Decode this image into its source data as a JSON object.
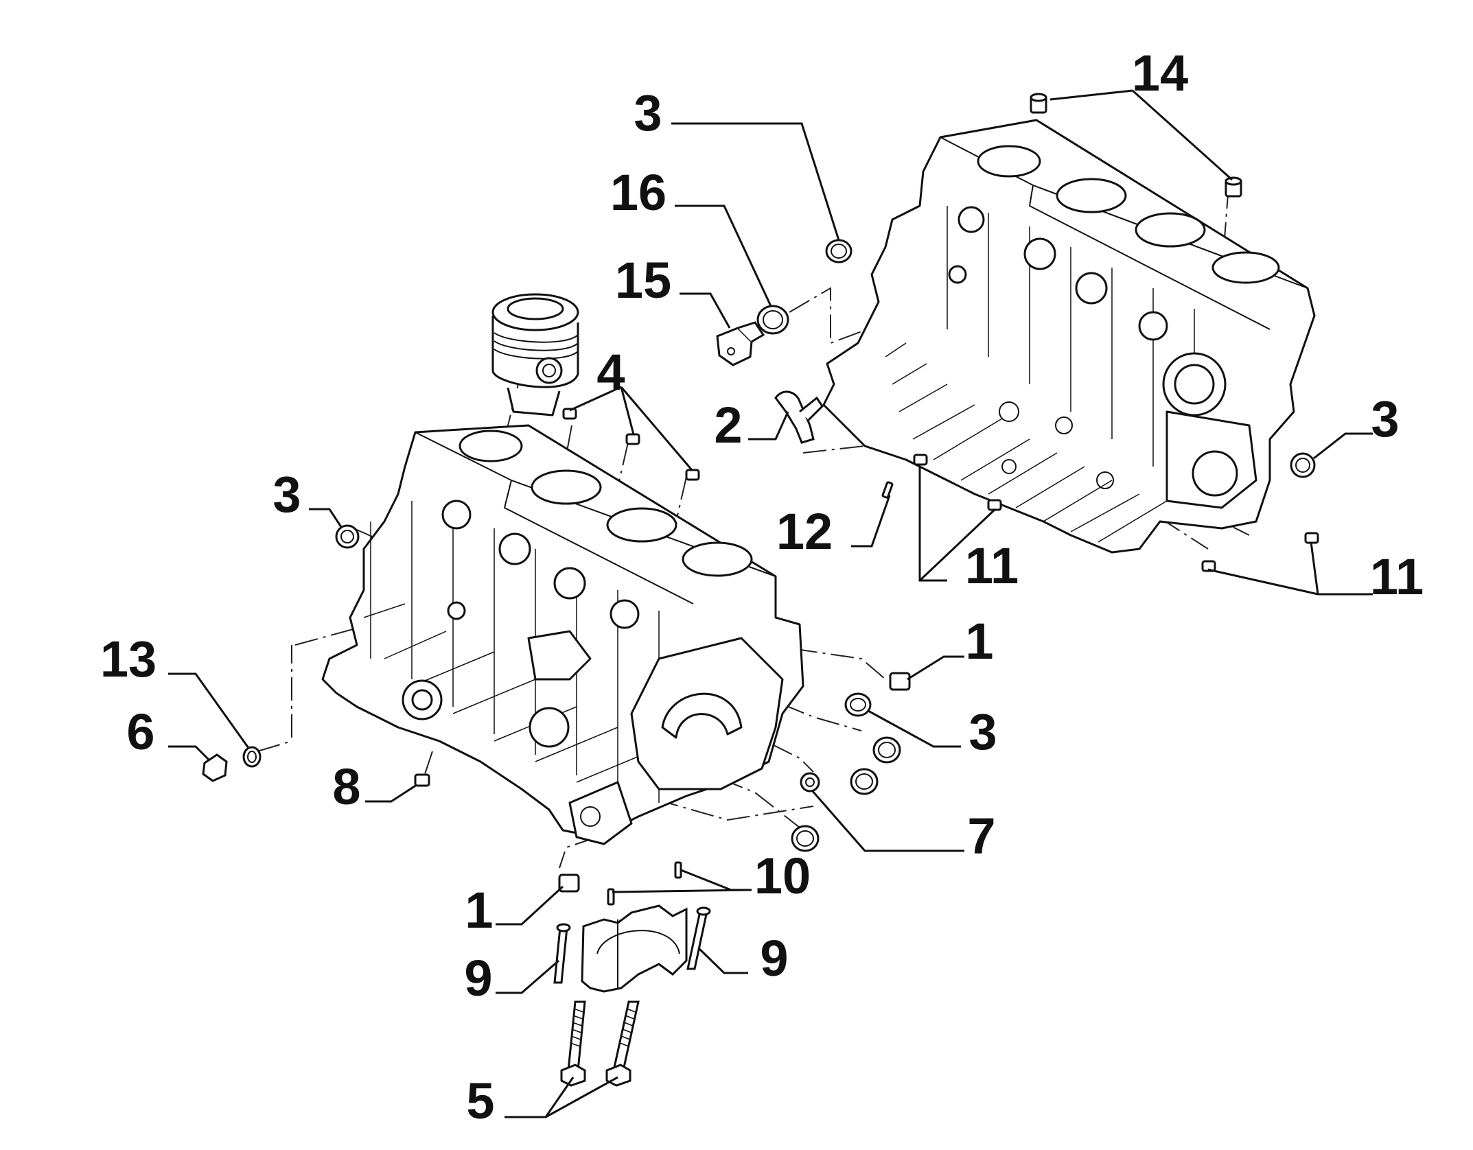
{
  "diagram": {
    "type": "exploded-parts-view",
    "subject": "engine cylinder block",
    "callouts": [
      {
        "id": "c14",
        "label": "14"
      },
      {
        "id": "c3a",
        "label": "3"
      },
      {
        "id": "c16",
        "label": "16"
      },
      {
        "id": "c15",
        "label": "15"
      },
      {
        "id": "c4",
        "label": "4"
      },
      {
        "id": "c2",
        "label": "2"
      },
      {
        "id": "c3b",
        "label": "3"
      },
      {
        "id": "c3c",
        "label": "3"
      },
      {
        "id": "c12",
        "label": "12"
      },
      {
        "id": "c11a",
        "label": "11"
      },
      {
        "id": "c11b",
        "label": "11"
      },
      {
        "id": "c1a",
        "label": "1"
      },
      {
        "id": "c13",
        "label": "13"
      },
      {
        "id": "c3d",
        "label": "3"
      },
      {
        "id": "c6",
        "label": "6"
      },
      {
        "id": "c8",
        "label": "8"
      },
      {
        "id": "c7",
        "label": "7"
      },
      {
        "id": "c10",
        "label": "10"
      },
      {
        "id": "c1b",
        "label": "1"
      },
      {
        "id": "c9a",
        "label": "9"
      },
      {
        "id": "c9b",
        "label": "9"
      },
      {
        "id": "c5",
        "label": "5"
      }
    ]
  }
}
